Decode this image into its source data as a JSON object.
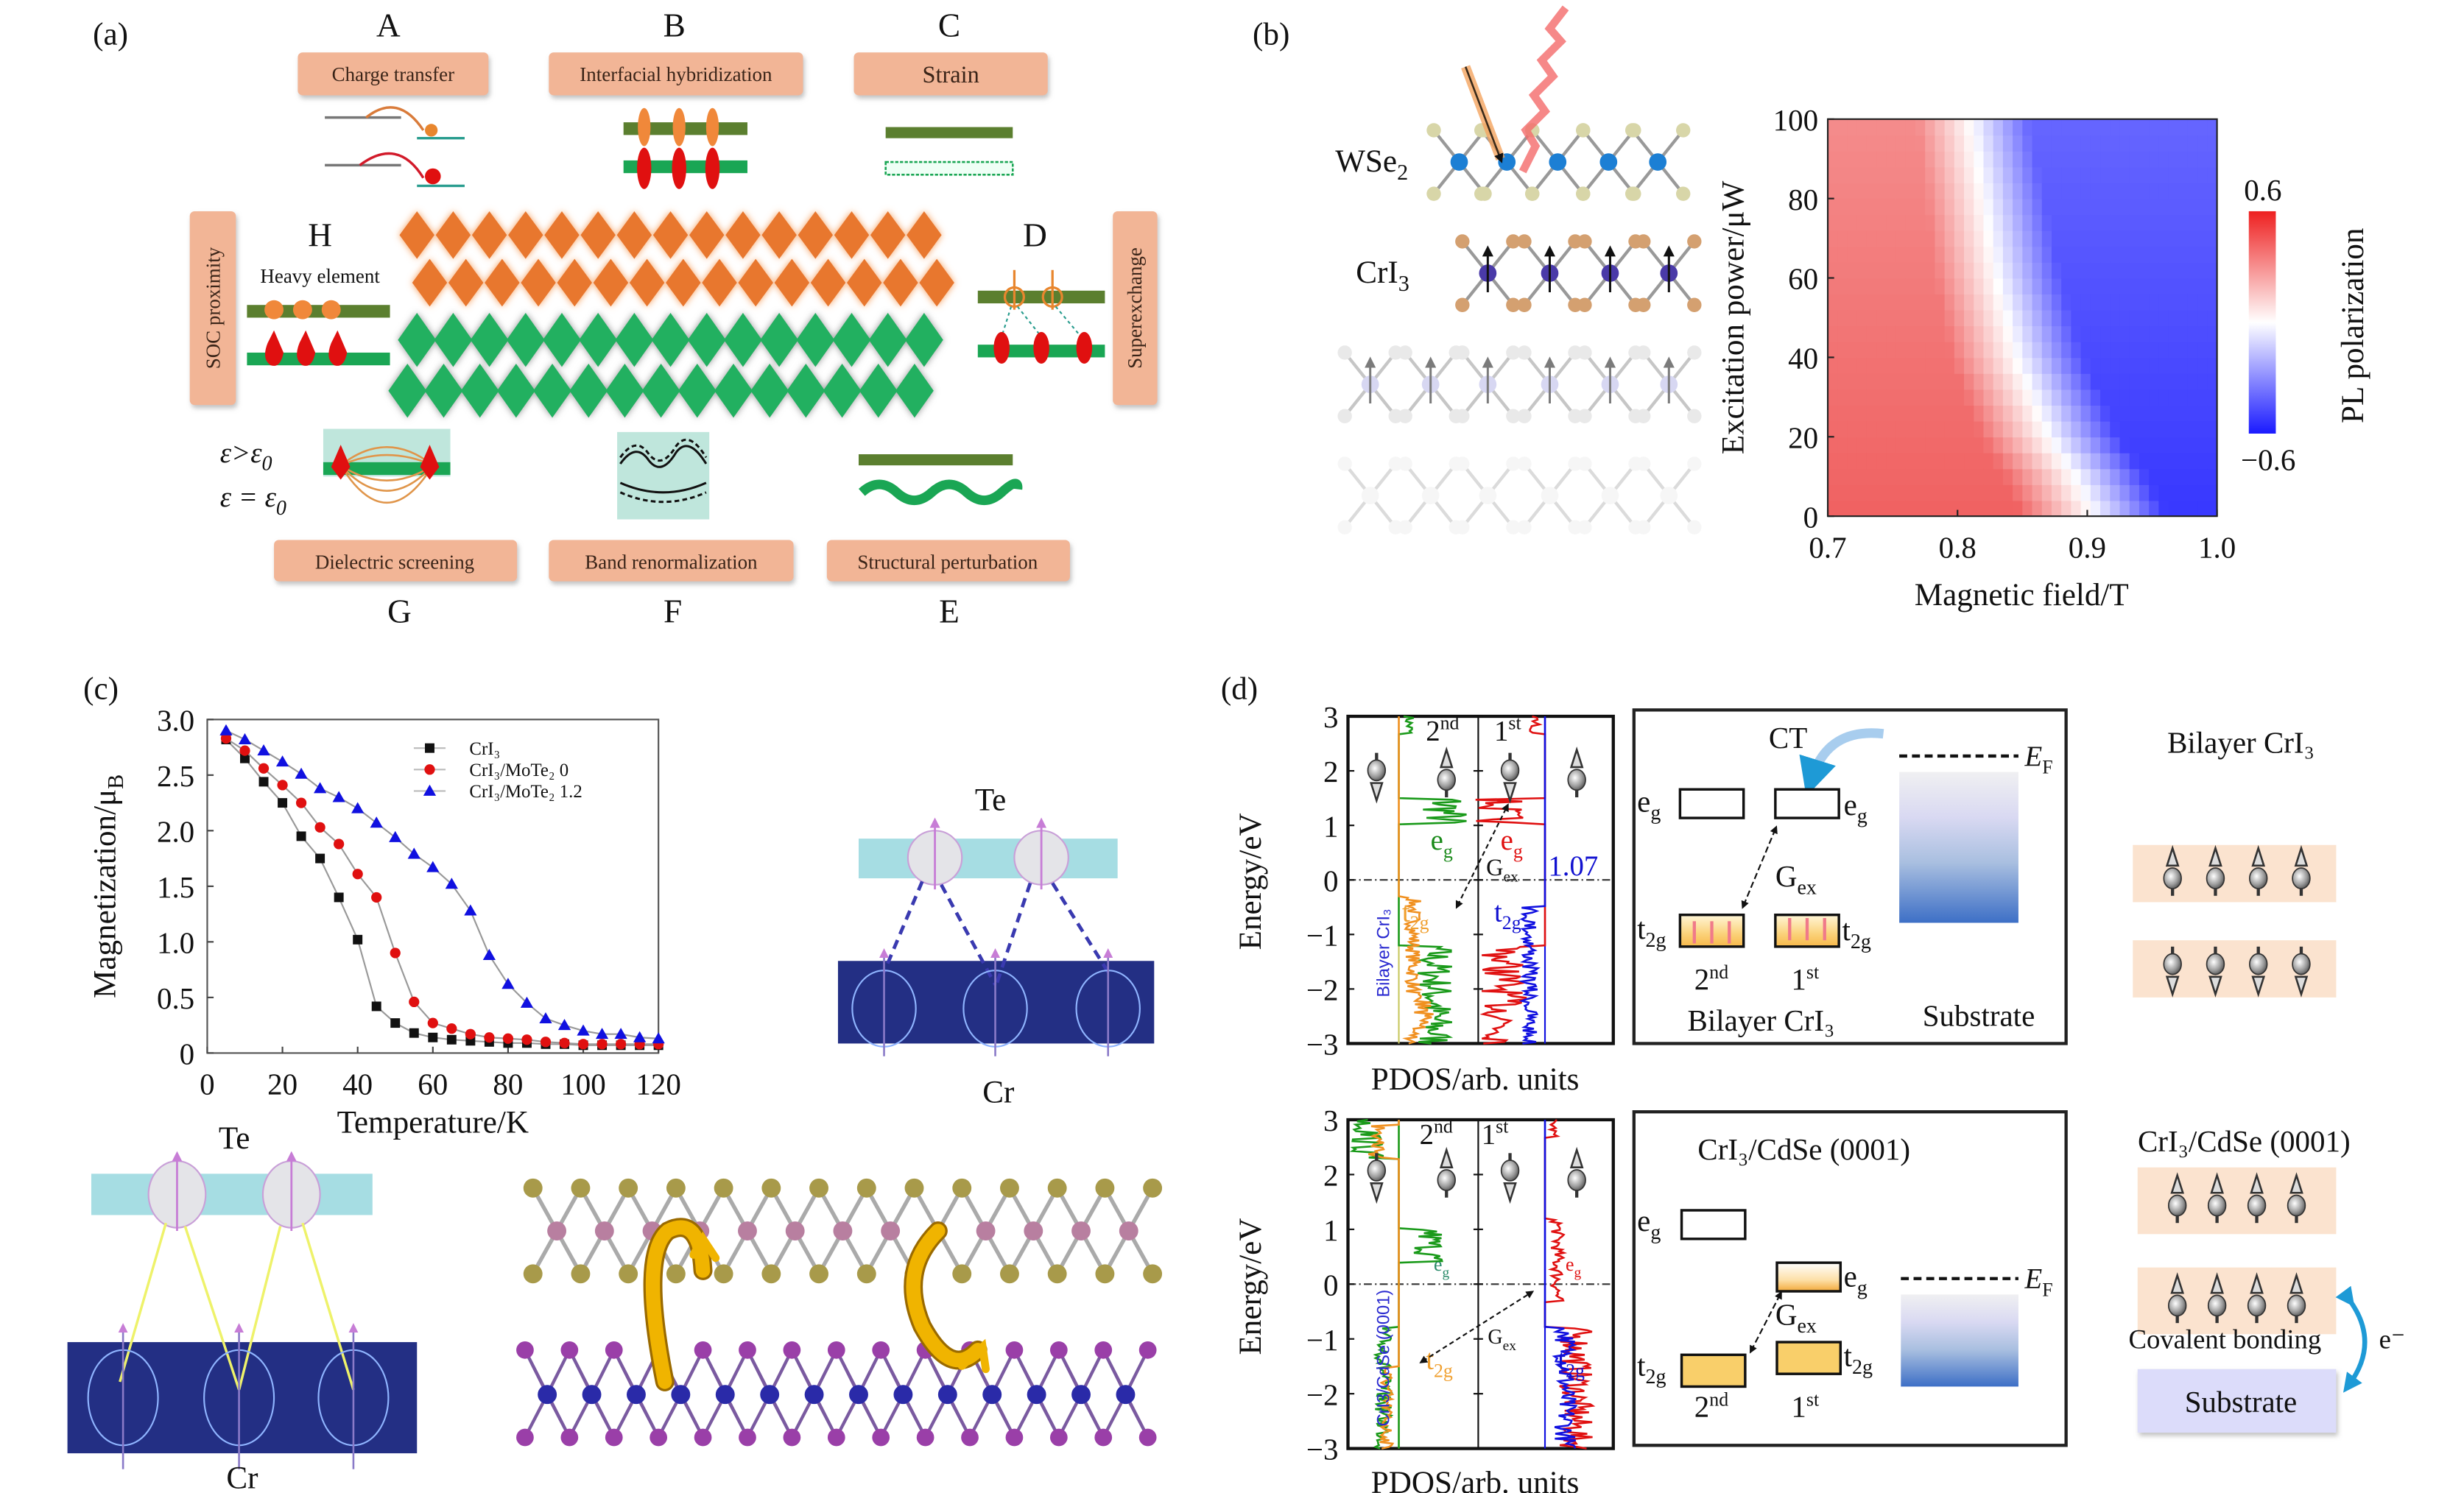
{
  "panel_a": {
    "label": "(a)",
    "letters": {
      "A": "A",
      "B": "B",
      "C": "C",
      "D": "D",
      "E": "E",
      "F": "F",
      "G": "G",
      "H": "H"
    },
    "boxes": {
      "charge_transfer": "Charge transfer",
      "interfacial": "Interfacial hybridization",
      "strain": "Strain",
      "soc": "SOC proximity",
      "superexchange": "Superexchange",
      "dielectric": "Dielectric screening",
      "band": "Band renormalization",
      "structural": "Structural perturbation"
    },
    "heavy_element": "Heavy element",
    "eps_gt": {
      "m": "ε>ε",
      "s": "0"
    },
    "eps_eq": {
      "m": "ε = ε",
      "s": "0"
    },
    "colors": {
      "box": "#f2b596",
      "dark_green": "#5b7f2f",
      "green": "#1aa654",
      "orange": "#e8772e",
      "red": "#e01010",
      "teal_bg": "#bfe6dc"
    }
  },
  "panel_b": {
    "label": "(b)",
    "wse2": {
      "m": "WSe",
      "s": "2"
    },
    "cri3": {
      "m": "CrI",
      "s": "3"
    }
  },
  "panel_c": {
    "label": "(c)",
    "te": "Te",
    "cr": "Cr"
  },
  "panel_d": {
    "label": "(d)",
    "ylabel": "Energy/eV",
    "xlabel": "PDOS/arb. units",
    "yticks": [
      "3",
      "2",
      "1",
      "0",
      "−1",
      "−2",
      "−3"
    ],
    "second": {
      "m": "2",
      "s": "nd"
    },
    "first": {
      "m": "1",
      "s": "st"
    },
    "eg": {
      "m": "e",
      "s": "g"
    },
    "t2g": {
      "m": "t",
      "s": "2g"
    },
    "gex": {
      "m": "G",
      "s": "ex"
    },
    "ef": {
      "m": "E",
      "s": "F"
    },
    "gap": "1.07",
    "ct": "CT",
    "substrate": "Substrate",
    "top": {
      "side_label": "Bilayer CrI₃",
      "system": "Bilayer CrI₃",
      "title": "Bilayer CrI₃"
    },
    "bottom": {
      "side_label": "CrI3/CdSe (0001)",
      "title": "CrI₃/CdSe (0001)",
      "right_title": "CrI₃/CdSe (0001)",
      "covalent": "Covalent bonding",
      "electron": "e⁻"
    }
  },
  "chart_data": [
    {
      "type": "heatmap",
      "panel": "b",
      "xlabel": "Magnetic field/T",
      "ylabel": "Excitation power/μW",
      "xlim": [
        0.7,
        1.0
      ],
      "ylim": [
        0,
        100
      ],
      "xticks": [
        "0.7",
        "0.8",
        "0.9",
        "1.0"
      ],
      "yticks": [
        "0",
        "20",
        "40",
        "60",
        "80",
        "100"
      ],
      "colorbar": {
        "label": "PL polarization",
        "range": [
          -0.6,
          0.6
        ],
        "ticks": [
          "0.6",
          "−0.6"
        ],
        "colors": [
          "#1a1aff",
          "#ffffff",
          "#ee2020"
        ]
      },
      "zero_crossing": {
        "power": [
          0,
          10,
          20,
          40,
          60,
          80,
          100
        ],
        "field": [
          0.905,
          0.89,
          0.87,
          0.845,
          0.83,
          0.82,
          0.81
        ]
      },
      "grid": false
    },
    {
      "type": "line",
      "panel": "c",
      "xlabel": "Temperature/K",
      "ylabel": {
        "m": "Magnetization/μ",
        "s": "B"
      },
      "xlim": [
        0,
        120
      ],
      "ylim": [
        0,
        3.0
      ],
      "xticks": [
        "0",
        "20",
        "40",
        "60",
        "80",
        "100",
        "120"
      ],
      "yticks": [
        "0",
        "0.5",
        "1.0",
        "1.5",
        "2.0",
        "2.5",
        "3.0"
      ],
      "legend": "top-right",
      "grid": false,
      "x": [
        5,
        10,
        15,
        20,
        25,
        30,
        35,
        40,
        45,
        50,
        55,
        60,
        65,
        70,
        75,
        80,
        85,
        90,
        95,
        100,
        105,
        110,
        115,
        120
      ],
      "series": [
        {
          "name": "CrI₃",
          "marker": "square",
          "color": "#111111",
          "values": [
            2.82,
            2.65,
            2.44,
            2.25,
            1.95,
            1.75,
            1.4,
            1.02,
            0.42,
            0.27,
            0.18,
            0.14,
            0.12,
            0.11,
            0.1,
            0.09,
            0.09,
            0.08,
            0.08,
            0.07,
            0.07,
            0.07,
            0.07,
            0.07
          ]
        },
        {
          "name": "CrI₃/MoTe₂ 0",
          "marker": "circle",
          "color": "#e01010",
          "values": [
            2.83,
            2.72,
            2.56,
            2.41,
            2.25,
            2.03,
            1.88,
            1.61,
            1.4,
            0.9,
            0.46,
            0.27,
            0.22,
            0.17,
            0.14,
            0.13,
            0.12,
            0.1,
            0.09,
            0.08,
            0.08,
            0.08,
            0.08,
            0.08
          ]
        },
        {
          "name": "CrI₃/MoTe₂ 1.2",
          "marker": "triangle",
          "color": "#1010e0",
          "values": [
            2.9,
            2.82,
            2.72,
            2.62,
            2.51,
            2.38,
            2.3,
            2.2,
            2.07,
            1.94,
            1.79,
            1.67,
            1.52,
            1.28,
            0.88,
            0.62,
            0.45,
            0.31,
            0.25,
            0.2,
            0.17,
            0.17,
            0.14,
            0.13
          ]
        }
      ]
    }
  ]
}
